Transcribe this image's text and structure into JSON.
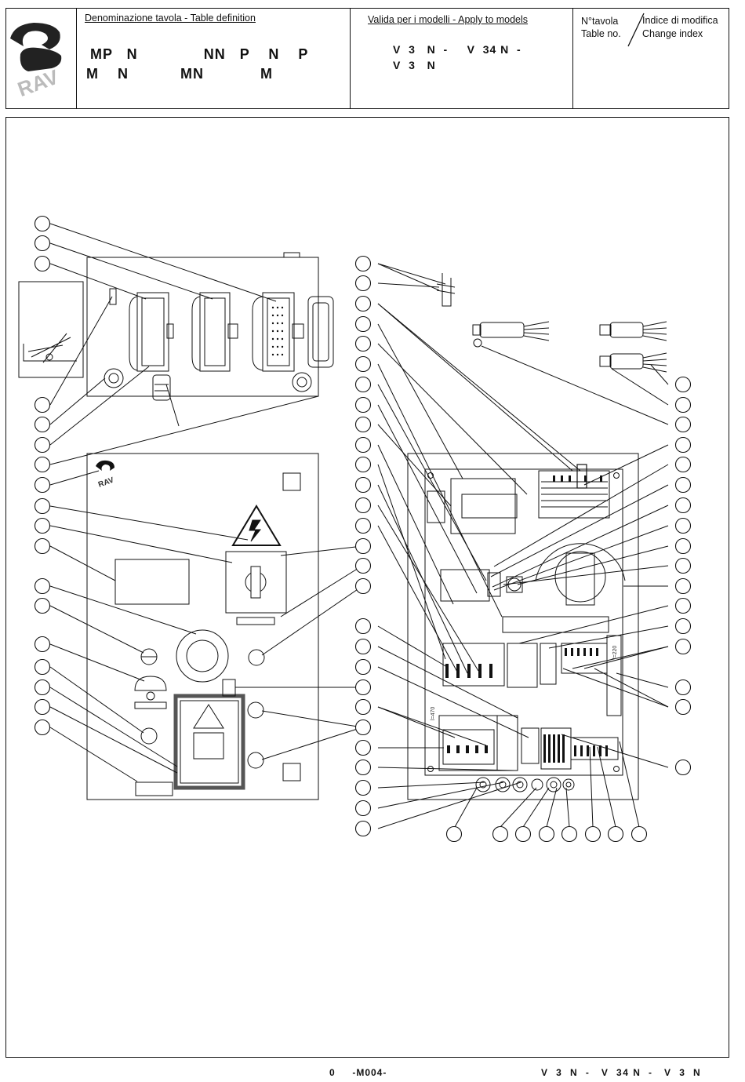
{
  "header": {
    "table_definition_label": "Denominazione tavola - Table definition",
    "table_title_line1": "MP   N              NN   P    N    P",
    "table_title_line2": "M    N           MN            M",
    "valid_for_label": "Valida per i modelli - Apply to models",
    "models_line1": "V  3   N  -     V  34 N  -",
    "models_line2": "V  3   N",
    "table_no_it": "N°tavola",
    "table_no_en": "Table no.",
    "change_index_it": "Indice di modifica",
    "change_index_en": "Change index",
    "logo_text": "RAV"
  },
  "drawing": {
    "panel_logo_text": "RAV",
    "dim_left": "l=470",
    "dim_right": "l=220"
  },
  "footer": {
    "left": "0     -M004-",
    "right": "V  3  N  -   V  34 N  -   V  3  N"
  }
}
